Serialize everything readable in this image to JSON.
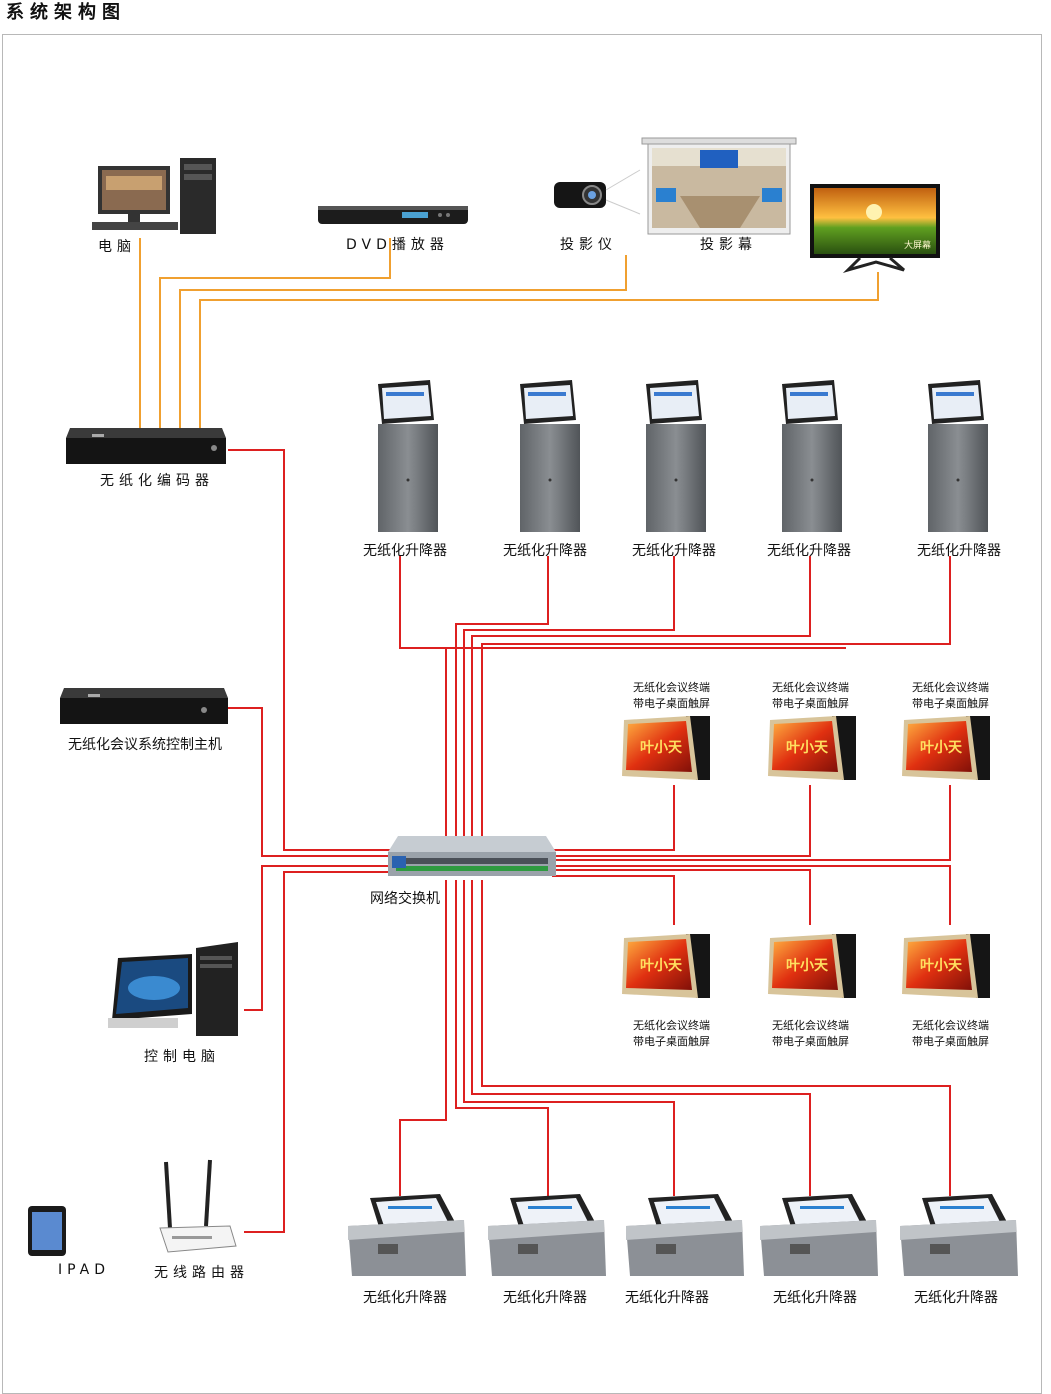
{
  "page_title": "系统架构图",
  "labels": {
    "computer": "电脑",
    "dvd": "DVD播放器",
    "projector": "投影仪",
    "screen": "投影幕",
    "encoder": "无纸化编码器",
    "control_host": "无纸化会议系统控制主机",
    "switch": "网络交换机",
    "control_pc": "控制电脑",
    "ipad": "IPAD",
    "router": "无线路由器",
    "lifter": "无纸化升降器",
    "terminal_line1": "无纸化会议终端",
    "terminal_line2": "带电子桌面触屏"
  },
  "monitor_caption": "大屏幕",
  "terminal_screen_text": "叶小天",
  "colors": {
    "av_wire": "#f0a030",
    "net_wire": "#dd2020"
  }
}
